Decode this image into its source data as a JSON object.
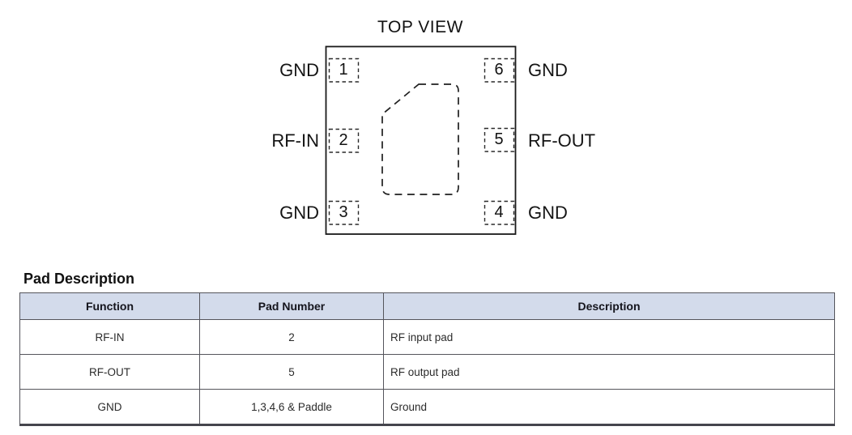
{
  "diagram": {
    "title": "TOP VIEW",
    "pads": [
      {
        "number": "1",
        "label": "GND",
        "side": "left"
      },
      {
        "number": "2",
        "label": "RF-IN",
        "side": "left"
      },
      {
        "number": "3",
        "label": "GND",
        "side": "left"
      },
      {
        "number": "4",
        "label": "GND",
        "side": "right"
      },
      {
        "number": "5",
        "label": "RF-OUT",
        "side": "right"
      },
      {
        "number": "6",
        "label": "GND",
        "side": "right"
      }
    ]
  },
  "table": {
    "heading": "Pad Description",
    "columns": [
      "Function",
      "Pad Number",
      "Description"
    ],
    "rows": [
      {
        "function": "RF-IN",
        "pad_number": "2",
        "description": "RF input pad"
      },
      {
        "function": "RF-OUT",
        "pad_number": "5",
        "description": "RF output pad"
      },
      {
        "function": "GND",
        "pad_number": "1,3,4,6 & Paddle",
        "description": "Ground"
      }
    ]
  },
  "colors": {
    "header_bg": "#d3dbeb",
    "table_border": "#55555c",
    "line": "#1a1a1a"
  }
}
